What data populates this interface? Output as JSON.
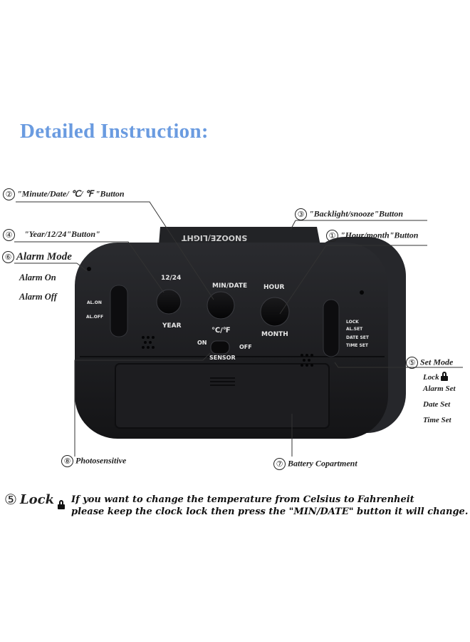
{
  "title": "Detailed Instruction:",
  "callouts": {
    "c2": {
      "num": "②",
      "label": "\"Minute/Date/ ℃/ ℉ \"Button"
    },
    "c3": {
      "num": "③",
      "label": "\"Backlight/snooze\"Button"
    },
    "c4": {
      "num": "④",
      "label": "\"Year/12/24\"Button\""
    },
    "c1": {
      "num": "①",
      "label": "\"Hour/month\"Button"
    },
    "c6": {
      "num": "⑥",
      "label": "Alarm Mode",
      "items": [
        "Alarm On",
        "Alarm Off"
      ]
    },
    "c5": {
      "num": "⑤",
      "label": "Set Mode",
      "items": [
        "Lock",
        "Alarm Set",
        "Date Set",
        "Time Set"
      ]
    },
    "c8": {
      "num": "⑧",
      "label": "Photosensitive"
    },
    "c7": {
      "num": "⑦",
      "label": "Battery Copartment"
    }
  },
  "clock": {
    "top_button": "SNOOZE/LIGHT",
    "btn_1224": "12/24",
    "btn_year": "YEAR",
    "btn_min": "MIN/DATE",
    "btn_hour": "HOUR",
    "btn_month": "MONTH",
    "cf": "℃/℉",
    "on": "ON",
    "off": "OFF",
    "sensor": "SENSOR",
    "al_on": "AL.ON",
    "al_off": "AL.OFF",
    "right_switch": [
      "LOCK",
      "AL.SET",
      "DATE SET",
      "TIME SET"
    ]
  },
  "bottom_note": {
    "num": "⑤",
    "lock_label": "Lock",
    "line1": "If you want to change the temperature from Celsius to Fahrenheit",
    "line2": "please keep the clock lock then press the \"MIN/DATE\" button it will change."
  },
  "colors": {
    "title": "#6a9be0",
    "clock_body": "#1b1b1e",
    "clock_edge": "#2b2c30"
  },
  "icons": [
    "lock-icon"
  ]
}
